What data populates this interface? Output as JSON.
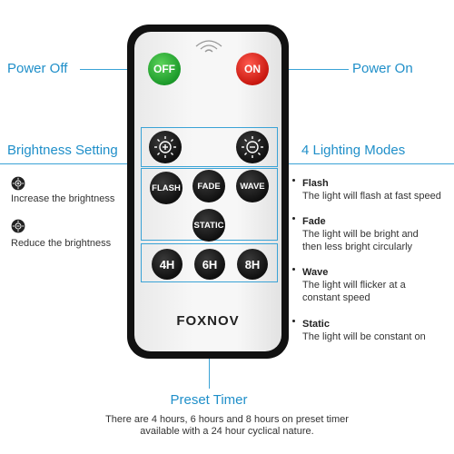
{
  "callouts": {
    "power_off": "Power  Off",
    "power_on": "Power On",
    "brightness": "Brightness Setting",
    "lighting_modes": "4 Lighting Modes",
    "preset_timer": "Preset Timer"
  },
  "remote": {
    "off_label": "OFF",
    "on_label": "ON",
    "mode_buttons": [
      "FLASH",
      "FADE",
      "WAVE",
      "STATIC"
    ],
    "timer_buttons": [
      "4H",
      "6H",
      "8H"
    ],
    "brand": "FOXNOV"
  },
  "brightness_help": {
    "increase": "Increase the brightness",
    "reduce": "Reduce the brightness"
  },
  "modes": [
    {
      "name": "Flash",
      "desc": "The light will flash at  fast speed"
    },
    {
      "name": "Fade",
      "desc": "The light will be bright and then less bright circularly"
    },
    {
      "name": "Wave",
      "desc": "The light will flicker at a constant speed"
    },
    {
      "name": "Static",
      "desc": "The light will be  constant on"
    }
  ],
  "footer": {
    "line1": "There are 4 hours, 6 hours and 8 hours on preset timer",
    "line2": "available with a 24 hour cyclical nature."
  },
  "colors": {
    "accent": "#1f8fc9",
    "off_green": "#1c9a2a",
    "on_red": "#c8170f"
  }
}
